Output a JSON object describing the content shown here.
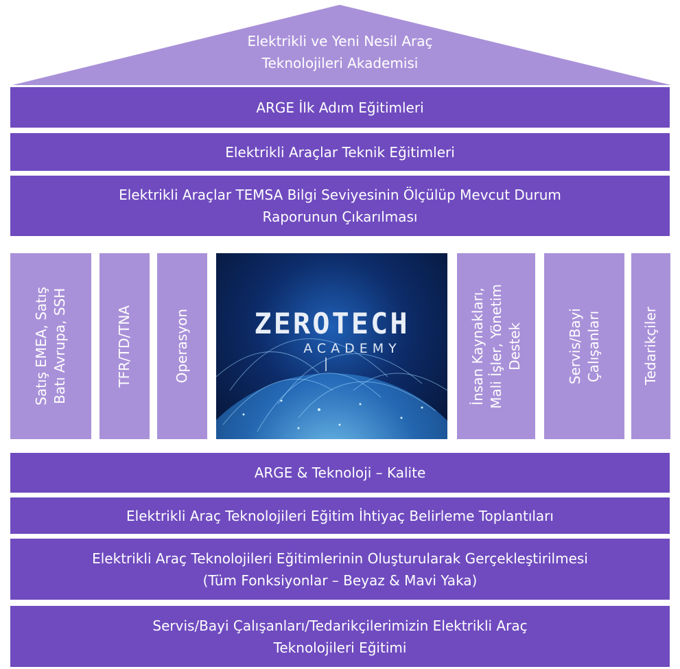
{
  "roof": {
    "line1": "Elektrikli ve Yeni Nesil Araç",
    "line2": "Teknolojileri Akademisi"
  },
  "top_bands": [
    {
      "text": "ARGE İlk Adım Eğitimleri"
    },
    {
      "text": "Elektrikli Araçlar Teknik Eğitimleri"
    },
    {
      "line1": "Elektrikli Araçlar TEMSA Bilgi Seviyesinin Ölçülüp Mevcut Durum",
      "line2": "Raporunun Çıkarılması"
    }
  ],
  "pillars": [
    {
      "line1": "Satış EMEA, Satış",
      "line2": "Batı Avrupa, SSH"
    },
    {
      "line1": "TFR/TD/TNA"
    },
    {
      "line1": "Operasyon"
    },
    {
      "line1": "İnsan Kaynakları,",
      "line2": "Mali İşler, Yönetim",
      "line3": "Destek"
    },
    {
      "line1": "Servis/Bayi",
      "line2": "Çalışanları"
    },
    {
      "line1": "Tedarikçiler"
    }
  ],
  "center": {
    "logo_main": "ZEROTECH",
    "logo_sub": "ACADEMY"
  },
  "bottom_bands": [
    {
      "text": "ARGE & Teknoloji – Kalite"
    },
    {
      "text": "Elektrikli Araç Teknolojileri Eğitim İhtiyaç Belirleme Toplantıları"
    },
    {
      "line1": "Elektrikli Araç Teknolojileri Eğitimlerinin Oluşturularak Gerçekleştirilmesi",
      "line2": "(Tüm Fonksiyonlar – Beyaz & Mavi Yaka)"
    },
    {
      "line1": "Servis/Bayi Çalışanları/Tedarikçilerimizin Elektrikli Araç",
      "line2": "Teknolojileri Eğitimi"
    }
  ],
  "colors": {
    "band": "#6f4bbf",
    "roof": "#a991d9",
    "pillar": "#a991d9"
  }
}
